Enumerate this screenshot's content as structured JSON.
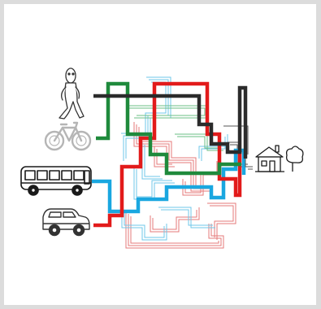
{
  "puzzle": {
    "type": "maze",
    "starts": [
      {
        "id": "walker",
        "icon": "walking-person-icon",
        "route_color": "#2b2b2b"
      },
      {
        "id": "bicycle",
        "icon": "bicycle-icon",
        "route_color": "#1f8a3c"
      },
      {
        "id": "bus",
        "icon": "bus-icon",
        "route_color": "#1aa7e0"
      },
      {
        "id": "car",
        "icon": "car-icon",
        "route_color": "#e21b1b"
      }
    ],
    "goal": {
      "id": "house",
      "icon": "house-with-tree-icon"
    },
    "colors": {
      "black_route": "#2b2b2b",
      "green_route": "#1f8a3c",
      "blue_route": "#1aa7e0",
      "red_route": "#e21b1b",
      "thin_blue": "#6fc7ea",
      "thin_red": "#e67a7a",
      "thin_green": "#6bbf86"
    }
  }
}
